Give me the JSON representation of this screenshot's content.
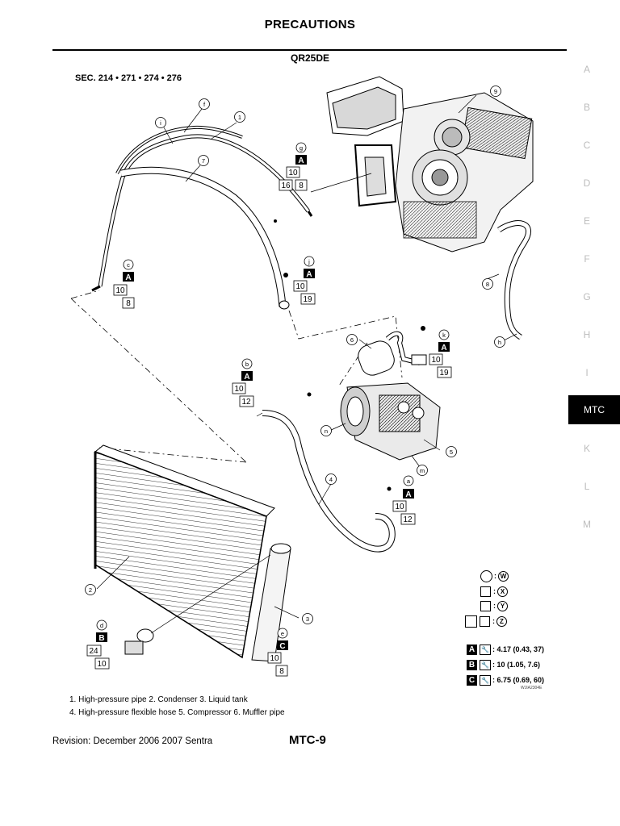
{
  "header": {
    "title": "PRECAUTIONS",
    "engine": "QR25DE",
    "section_ref": "SEC. 214 • 271 • 274 • 276"
  },
  "side_index": {
    "items": [
      "A",
      "B",
      "C",
      "D",
      "E",
      "F",
      "G",
      "H",
      "I",
      "MTC",
      "K",
      "L",
      "M"
    ],
    "active": "MTC"
  },
  "callouts": {
    "g": {
      "letter": "g",
      "box": "A",
      "v1": "10",
      "v2a": "16",
      "v2b": "8"
    },
    "c": {
      "letter": "c",
      "box": "A",
      "v1": "10",
      "v2": "8"
    },
    "j": {
      "letter": "j",
      "box": "A",
      "v1": "10",
      "v2": "19"
    },
    "k": {
      "letter": "k",
      "box": "A",
      "v1": "10",
      "v2": "19"
    },
    "b": {
      "letter": "b",
      "box": "A",
      "v1": "10",
      "v2": "12"
    },
    "a": {
      "letter": "a",
      "box": "A",
      "v1": "10",
      "v2": "12"
    },
    "d": {
      "letter": "d",
      "box": "B",
      "v1": "24",
      "v2": "10"
    },
    "e": {
      "letter": "e",
      "box": "C",
      "v1": "10",
      "v2": "8"
    }
  },
  "part_labels": {
    "p1": "1",
    "p2": "2",
    "p3": "3",
    "p4": "4",
    "p5": "5",
    "p6": "6",
    "p7": "7",
    "p8": "8",
    "p9": "9",
    "f": "f",
    "i": "i",
    "h": "h",
    "m": "m",
    "n": "n"
  },
  "legend": {
    "w": "W",
    "x": "X",
    "y": "Y",
    "z": "Z",
    "a_box": "A",
    "a_text": ": 4.17 (0.43, 37)",
    "b_box": "B",
    "b_text": ": 10 (1.05, 7.6)",
    "c_box": "C",
    "c_text": ": 6.75 (0.69, 60)"
  },
  "figure_id": "WJIA2304E",
  "captions": {
    "line1": "1. High-pressure pipe 2. Condenser 3. Liquid tank",
    "line2": "4. High-pressure flexible hose 5. Compressor 6. Muffler pipe"
  },
  "footer": {
    "revision": "Revision: December 2006 2007 Sentra",
    "page": "MTC-9"
  }
}
